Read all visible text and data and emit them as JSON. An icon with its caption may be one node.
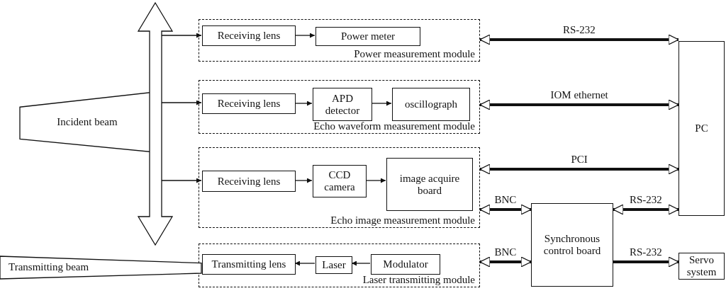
{
  "diagram": {
    "nodes": [
      {
        "text": [
          "Power measurement module"
        ]
      },
      {
        "text": [
          "Receiving lens"
        ],
        "in": 0
      },
      {
        "text": [
          "Power meter"
        ],
        "in": 0
      },
      {
        "text": [
          "Echo waveform measurement module"
        ]
      },
      {
        "text": [
          "Receiving lens"
        ],
        "in": 3
      },
      {
        "text": [
          "APD detector"
        ],
        "in": 3
      },
      {
        "text": [
          "oscillograph"
        ],
        "in": 3
      },
      {
        "text": [
          "Echo image measurement module"
        ]
      },
      {
        "text": [
          "Receiving lens"
        ],
        "in": 7
      },
      {
        "text": [
          "CCD camera"
        ],
        "in": 7
      },
      {
        "text": [
          "image acquire board"
        ],
        "in": 7
      },
      {
        "text": [
          "Laser transmitting module"
        ]
      },
      {
        "text": [
          "Transmitting lens"
        ],
        "in": 11
      },
      {
        "text": [
          "Laser"
        ],
        "in": 11
      },
      {
        "text": [
          "Modulator"
        ],
        "in": 11
      },
      {
        "text": [
          "Incident beam"
        ]
      },
      {
        "text": [
          "Transmitting beam"
        ]
      },
      {
        "text": [],
        "shape": "arrow"
      },
      {
        "text": [
          "PC"
        ]
      },
      {
        "text": [
          "Synchronous control board"
        ]
      },
      {
        "text": [
          "Servo system"
        ]
      }
    ],
    "edges": [
      {
        "from": 17,
        "to": 1,
        "arrow": "to"
      },
      {
        "from": 1,
        "to": 2,
        "arrow": "to"
      },
      {
        "from": 17,
        "to": 4,
        "arrow": "to"
      },
      {
        "from": 4,
        "to": 5,
        "arrow": "to"
      },
      {
        "from": 5,
        "to": 6,
        "arrow": "to"
      },
      {
        "from": 17,
        "to": 8,
        "arrow": "to"
      },
      {
        "from": 8,
        "to": 9,
        "arrow": "to"
      },
      {
        "from": 9,
        "to": 10,
        "arrow": "to"
      },
      {
        "from": 14,
        "to": 13,
        "arrow": "to"
      },
      {
        "from": 13,
        "to": 12,
        "arrow": "to"
      },
      {
        "from": 0,
        "to": 18,
        "label": "RS-232",
        "arrow": "both",
        "style": "thick"
      },
      {
        "from": 3,
        "to": 18,
        "label": "IOM ethernet",
        "arrow": "both",
        "style": "thick"
      },
      {
        "from": 7,
        "to": 18,
        "label": "PCI",
        "arrow": "both",
        "style": "thick"
      },
      {
        "from": 19,
        "to": 7,
        "label": "BNC",
        "arrow": "both",
        "style": "thick"
      },
      {
        "from": 19,
        "to": 18,
        "label": "RS-232",
        "arrow": "both",
        "style": "thick"
      },
      {
        "from": 19,
        "to": 11,
        "label": "BNC",
        "arrow": "both",
        "style": "thick"
      },
      {
        "from": 19,
        "to": 20,
        "label": "RS-232",
        "arrow": "to",
        "style": "thick"
      }
    ]
  }
}
